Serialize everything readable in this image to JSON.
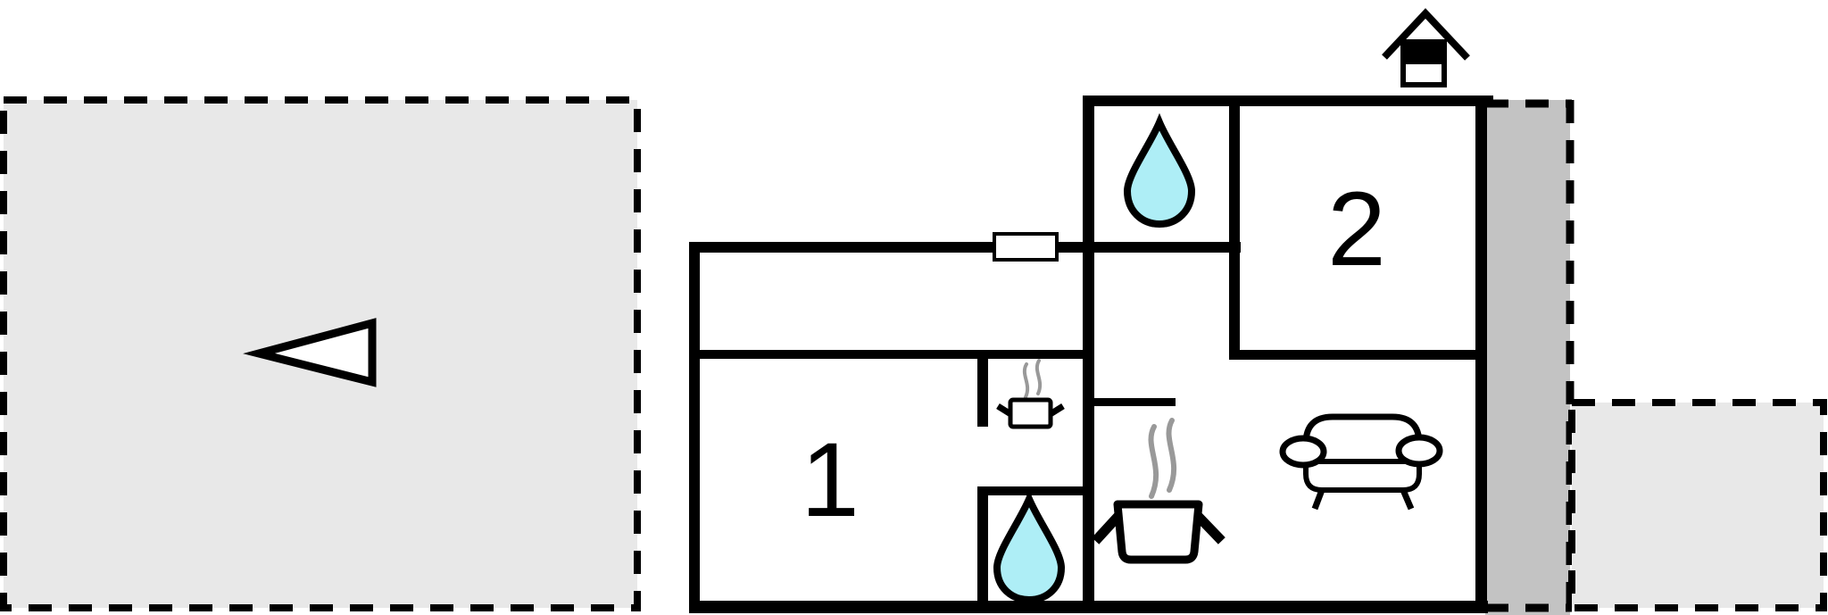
{
  "plan": {
    "type": "apartment-floor-plan",
    "rooms": {
      "room1_label": "1",
      "room2_label": "2"
    },
    "icons": {
      "bathroom_top": "water-drop-icon",
      "shower_bottom": "water-drop-icon",
      "kitchenette_pot": "cooking-pot-icon",
      "stove_pot": "cooking-pot-steam-icon",
      "living_room": "sofa-icon",
      "entrance_marker": "house-entrance-icon",
      "orientation_marker": "direction-triangle-icon",
      "window_marker": "window-icon"
    },
    "areas": {
      "terrace_left": "dashed-terrace",
      "terrace_right": "dashed-terrace",
      "side_strip": "shaded-side-strip"
    },
    "colors": {
      "wall": "#000000",
      "terrace_fill": "#e8e8e8",
      "strip_fill": "#c3c3c3",
      "water_fill": "#aeeef6",
      "steam": "#999999",
      "white": "#ffffff"
    }
  }
}
